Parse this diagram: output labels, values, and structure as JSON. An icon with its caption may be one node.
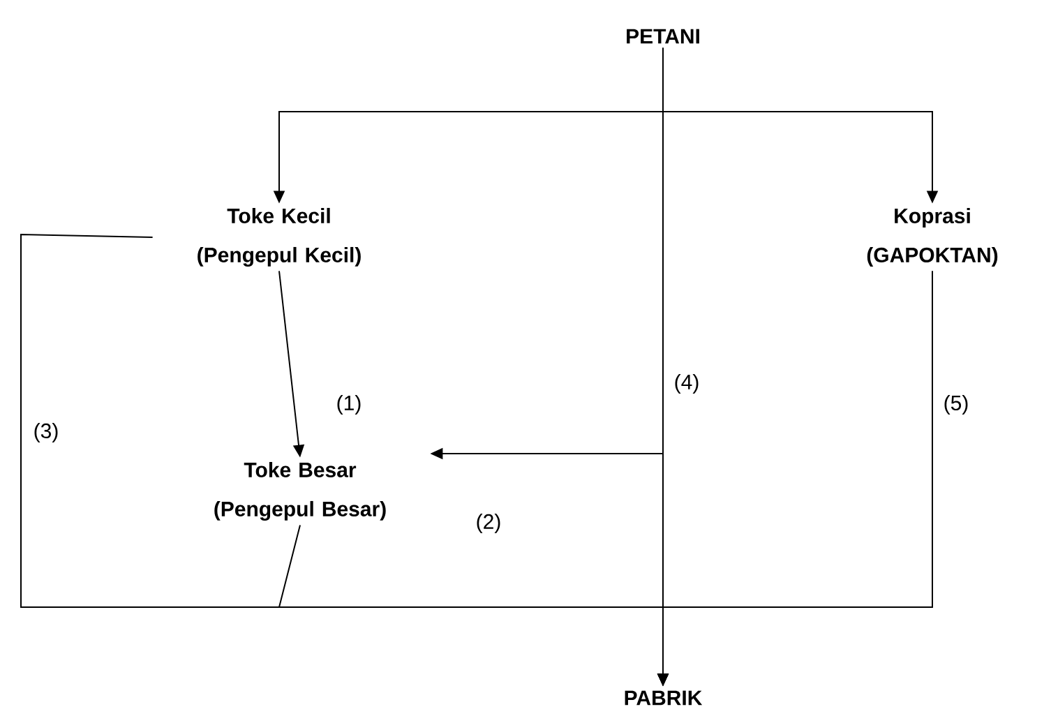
{
  "diagram": {
    "nodes": [
      {
        "text": [
          "PETANI"
        ]
      },
      {
        "text": [
          "Toke Kecil (Pengepul Kecil)"
        ]
      },
      {
        "text": [
          "Koprasi (GAPOKTAN)"
        ]
      },
      {
        "text": [
          "Toke Besar (Pengepul Besar)"
        ]
      },
      {
        "text": [
          "PABRIK"
        ]
      }
    ],
    "edges": [
      {
        "from": 0,
        "to": 1,
        "arrow": "to"
      },
      {
        "from": 0,
        "to": 2,
        "arrow": "to"
      },
      {
        "from": 1,
        "to": 3,
        "arrow": "to",
        "label": "(1)"
      },
      {
        "from": 0,
        "to": 3,
        "arrow": "to",
        "label": "(2)"
      },
      {
        "from": 0,
        "to": 4,
        "arrow": "to",
        "label": "(4)"
      },
      {
        "from": 1,
        "to": 4,
        "arrow": "to",
        "label": "(3)"
      },
      {
        "from": 3,
        "to": 4,
        "arrow": "to"
      },
      {
        "from": 2,
        "to": 4,
        "arrow": "to",
        "label": "(5)"
      }
    ]
  }
}
